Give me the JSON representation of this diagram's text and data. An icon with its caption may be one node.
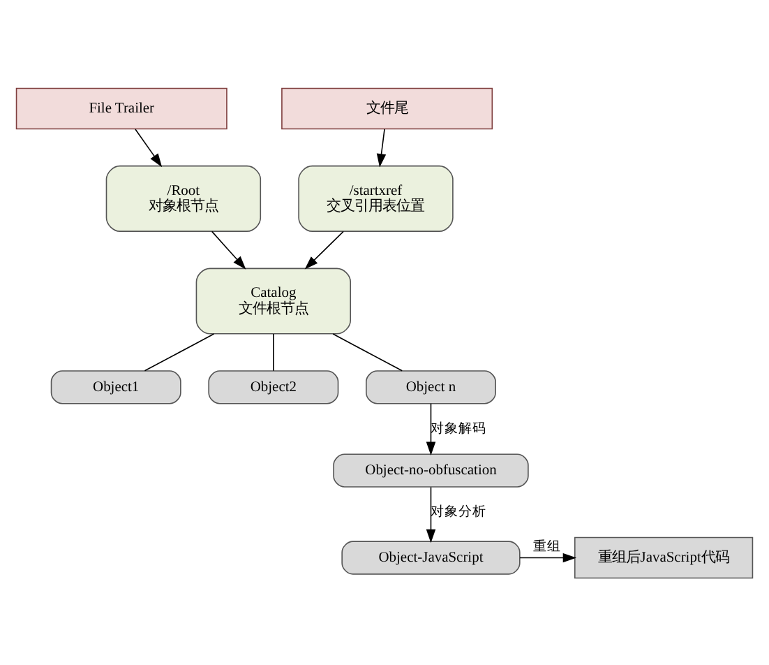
{
  "diagram": {
    "nodes": [
      {
        "text": [
          "File Trailer"
        ]
      },
      {
        "text": [
          "文件尾"
        ]
      },
      {
        "text": [
          "/Root",
          "对象根节点"
        ]
      },
      {
        "text": [
          "/startxref",
          "交叉引用表位置"
        ]
      },
      {
        "text": [
          "Catalog",
          "文件根节点"
        ]
      },
      {
        "text": [
          "Object1"
        ]
      },
      {
        "text": [
          "Object2"
        ]
      },
      {
        "text": [
          "Object n"
        ]
      },
      {
        "text": [
          "Object-no-obfuscation"
        ]
      },
      {
        "text": [
          "Object-JavaScript"
        ]
      },
      {
        "text": [
          "重组后JavaScript代码"
        ]
      }
    ],
    "edges": [
      {
        "from": 0,
        "to": 2,
        "arrow": "to"
      },
      {
        "from": 1,
        "to": 3,
        "arrow": "to"
      },
      {
        "from": 2,
        "to": 4,
        "arrow": "to"
      },
      {
        "from": 3,
        "to": 4,
        "arrow": "to"
      },
      {
        "from": 4,
        "to": 5,
        "arrow": "none"
      },
      {
        "from": 4,
        "to": 6,
        "arrow": "none"
      },
      {
        "from": 4,
        "to": 7,
        "arrow": "none"
      },
      {
        "from": 7,
        "to": 8,
        "arrow": "to",
        "label": "对象解码"
      },
      {
        "from": 8,
        "to": 9,
        "arrow": "to",
        "label": "对象分析"
      },
      {
        "from": 9,
        "to": 10,
        "arrow": "to",
        "label": "重组"
      }
    ]
  }
}
